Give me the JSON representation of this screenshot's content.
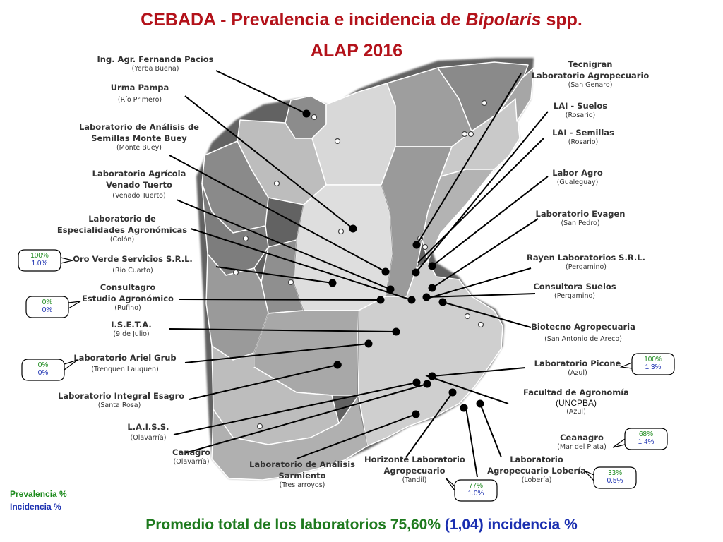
{
  "title": {
    "prefix": "CEBADA - Prevalencia e incidencia de ",
    "italic": "Bipolaris",
    "suffix": " spp.",
    "line2": "ALAP 2016"
  },
  "labs": [
    {
      "name": "Ing. Agr. Fernanda Pacios",
      "loc": "(Yerba Buena)"
    },
    {
      "name": "Urma Pampa",
      "loc": "(Río Primero)"
    },
    {
      "name": "Laboratorio de Análisis de",
      "name2": "Semillas Monte Buey",
      "loc": "(Monte Buey)"
    },
    {
      "name": "Laboratorio Agrícola",
      "name2": "Venado Tuerto",
      "loc": "(Venado Tuerto)"
    },
    {
      "name": "Laboratorio de",
      "name2": "Especialidades Agronómicas",
      "loc": "(Colón)"
    },
    {
      "name": "Oro Verde Servicios S.R.L.",
      "loc": "(Río Cuarto)"
    },
    {
      "name": "Consultagro",
      "name2": "Estudio Agronómico",
      "loc": "(Rufino)"
    },
    {
      "name": "I.S.E.T.A.",
      "loc": "(9 de Julio)"
    },
    {
      "name": "Laboratorio Ariel Grub",
      "loc": "(Trenquen Lauquen)"
    },
    {
      "name": "Laboratorio Integral Esagro",
      "loc": "(Santa Rosa)"
    },
    {
      "name": "L.A.I.S.S.",
      "loc": "(Olavarría)"
    },
    {
      "name": "Canagro",
      "loc": "(Olavarría)"
    },
    {
      "name": "Laboratorio de Análisis",
      "name2": "Sarmiento",
      "loc": "(Tres arroyos)"
    },
    {
      "name": "Horizonte Laboratorio",
      "name2": "Agropecuario",
      "loc": "(Tandil)"
    },
    {
      "name": "Laboratorio",
      "name2": "Agropecuario Lobería",
      "loc": "(Lobería)"
    },
    {
      "name": "Tecnigran",
      "name2": "Laboratorio Agropecuario",
      "loc": "(San Genaro)"
    },
    {
      "name": "LAI - Suelos",
      "loc": "(Rosario)"
    },
    {
      "name": "LAI - Semillas",
      "loc": "(Rosario)"
    },
    {
      "name": "Labor Agro",
      "loc": "(Gualeguay)"
    },
    {
      "name": "Laboratorio Evagen",
      "loc": "(San Pedro)"
    },
    {
      "name": "Rayen Laboratorios S.R.L.",
      "loc": "(Pergamino)"
    },
    {
      "name": "Consultora Suelos",
      "loc": "(Pergamino)"
    },
    {
      "name": "Biotecno Agropecuaria",
      "loc": "(San  Antonio de Areco)"
    },
    {
      "name": "Laboratorio Picone",
      "loc": "(Azul)"
    },
    {
      "name": "Facultad de Agronomía",
      "name2": "(UNCPBA)",
      "loc": "(Azul)"
    },
    {
      "name": "Ceanagro",
      "loc": "(Mar del Plata)"
    }
  ],
  "bubbles": [
    {
      "prev": "100%",
      "inc": "1.0%"
    },
    {
      "prev": "0%",
      "inc": "0%"
    },
    {
      "prev": "0%",
      "inc": "0%"
    },
    {
      "prev": "100%",
      "inc": "1.3%"
    },
    {
      "prev": "68%",
      "inc": "1.4%"
    },
    {
      "prev": "33%",
      "inc": "0.5%"
    },
    {
      "prev": "77%",
      "inc": "1.0%"
    }
  ],
  "legend": {
    "prevalencia": "Prevalencia %",
    "incidencia": "Incidencia %"
  },
  "footer": {
    "green": "Promedio total de los laboratorios 75,60% ",
    "blue": "(1,04) incidencia %"
  },
  "colors": {
    "title": "#b3121a",
    "prevalencia": "#1d8a1d",
    "incidencia": "#1a2fb0",
    "footer": "#1e7a1e"
  }
}
